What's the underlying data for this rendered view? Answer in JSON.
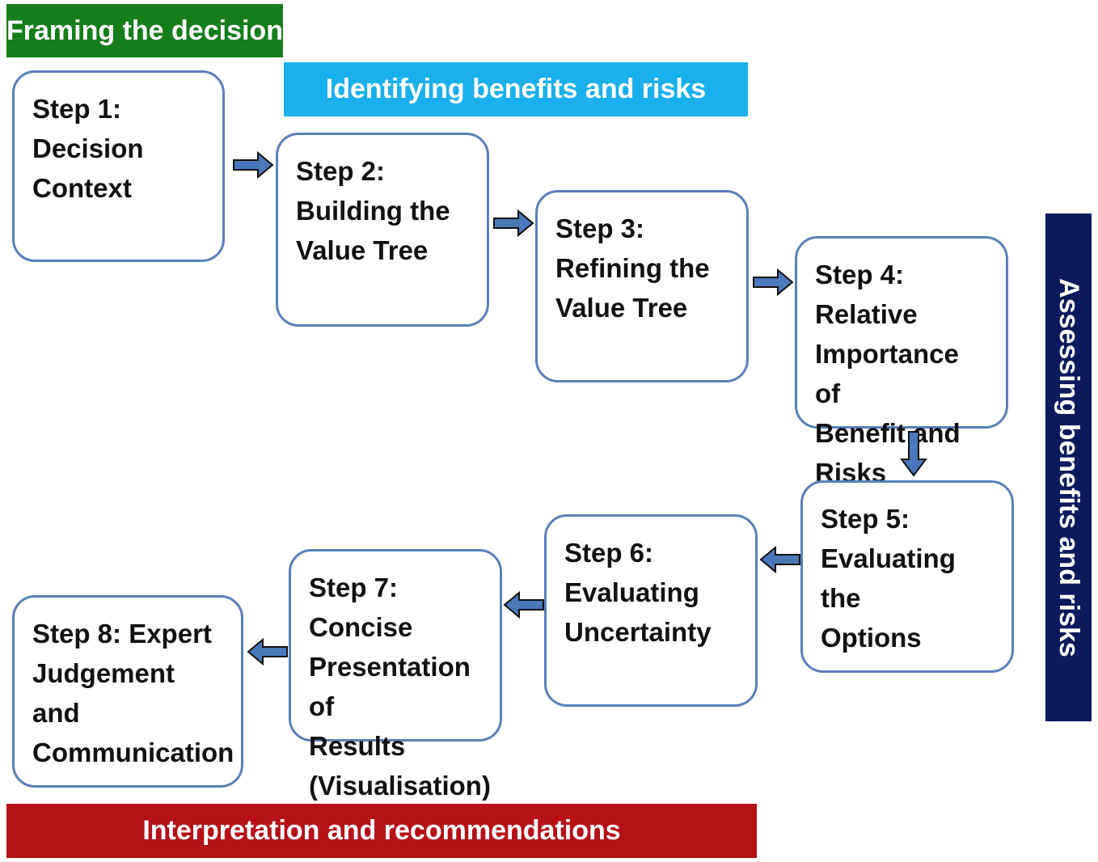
{
  "colors": {
    "framing": "#157d1b",
    "identifying": "#1ab0eb",
    "assessing": "#0c1a5c",
    "interpretation": "#b51116",
    "box_border": "#5b7fb8",
    "arrow_fill": "#4a78b8",
    "arrow_outline": "#111111"
  },
  "banners": {
    "framing": "Framing the decision",
    "identifying": "Identifying benefits and risks",
    "assessing": "Assessing benefits and risks",
    "interpretation": "Interpretation and recommendations"
  },
  "steps": [
    {
      "lines": [
        "Step 1:",
        "Decision",
        "Context"
      ]
    },
    {
      "lines": [
        "Step 2:",
        "Building the",
        "Value Tree"
      ]
    },
    {
      "lines": [
        "Step 3:",
        "Refining the",
        "Value Tree"
      ]
    },
    {
      "lines": [
        "Step 4: Relative",
        "Importance of",
        "Benefit and",
        "Risks"
      ]
    },
    {
      "lines": [
        "Step 5:",
        "Evaluating the",
        "Options"
      ]
    },
    {
      "lines": [
        "Step 6:",
        "Evaluating",
        "Uncertainty"
      ]
    },
    {
      "lines": [
        "Step 7: Concise",
        "Presentation of",
        "Results",
        "(Visualisation)"
      ]
    },
    {
      "lines": [
        "Step 8: Expert",
        "Judgement and",
        "Communication"
      ]
    }
  ],
  "arrows": [
    {
      "name": "arrow-step1-to-step2",
      "direction": "right"
    },
    {
      "name": "arrow-step2-to-step3",
      "direction": "right"
    },
    {
      "name": "arrow-step3-to-step4",
      "direction": "right"
    },
    {
      "name": "arrow-step4-to-step5",
      "direction": "down"
    },
    {
      "name": "arrow-step5-to-step6",
      "direction": "left"
    },
    {
      "name": "arrow-step6-to-step7",
      "direction": "left"
    },
    {
      "name": "arrow-step7-to-step8",
      "direction": "left"
    }
  ]
}
